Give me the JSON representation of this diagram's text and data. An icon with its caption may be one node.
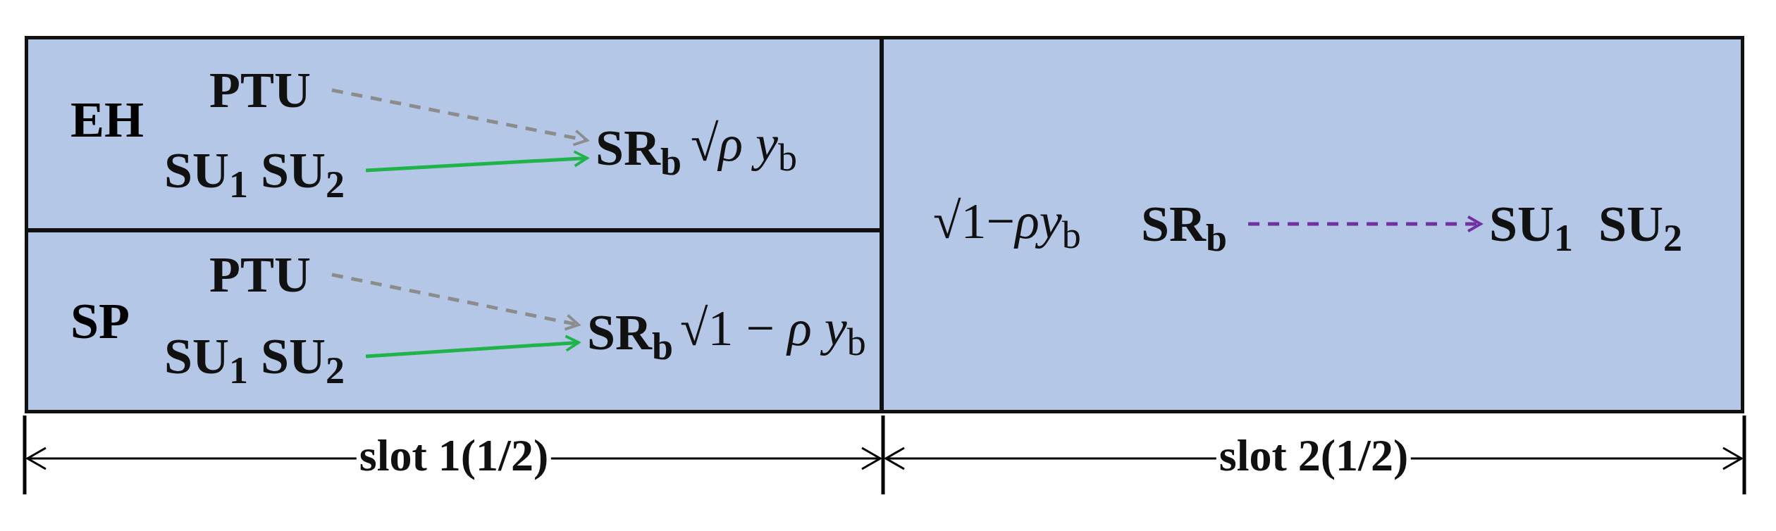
{
  "diagram": {
    "nodes": [
      {
        "text": [
          "EH"
        ]
      },
      {
        "text": [
          "PTU"
        ],
        "in": 0
      },
      {
        "text": [
          "SU$_{1}$ SU$_{2}$"
        ],
        "in": 0
      },
      {
        "text": [
          "SR$_{b}$"
        ],
        "in": 0,
        "beside": [
          "√*ρ y*$_{b}$"
        ]
      },
      {
        "text": [
          "SP"
        ]
      },
      {
        "text": [
          "PTU"
        ],
        "in": 4
      },
      {
        "text": [
          "SU$_{1}$ SU$_{2}$"
        ],
        "in": 4
      },
      {
        "text": [
          "SR$_{b}$"
        ],
        "in": 4,
        "beside": [
          "√1 − *ρ y*$_{b}$"
        ]
      },
      {
        "text": [],
        "shape": "box"
      },
      {
        "text": [
          "SR$_{b}$"
        ],
        "in": 8,
        "beside": [
          "√1−*ρy*$_{b}$"
        ]
      },
      {
        "text": [
          "SU$_{1}$  SU$_{2}$"
        ],
        "in": 8
      }
    ],
    "edges": [
      {
        "from": 1,
        "to": 3,
        "arrow": "to",
        "style": "dashed",
        "color": "#8c8c8c"
      },
      {
        "from": 2,
        "to": 3,
        "arrow": "to",
        "color": "#1fb34a"
      },
      {
        "from": 5,
        "to": 7,
        "arrow": "to",
        "style": "dashed",
        "color": "#8c8c8c"
      },
      {
        "from": 6,
        "to": 7,
        "arrow": "to",
        "color": "#1fb34a"
      },
      {
        "from": 9,
        "to": 10,
        "arrow": "to",
        "style": "dashed",
        "color": "#7030a0"
      }
    ],
    "labels": [
      "slot 1(1/2)",
      "slot 2(1/2)"
    ]
  }
}
